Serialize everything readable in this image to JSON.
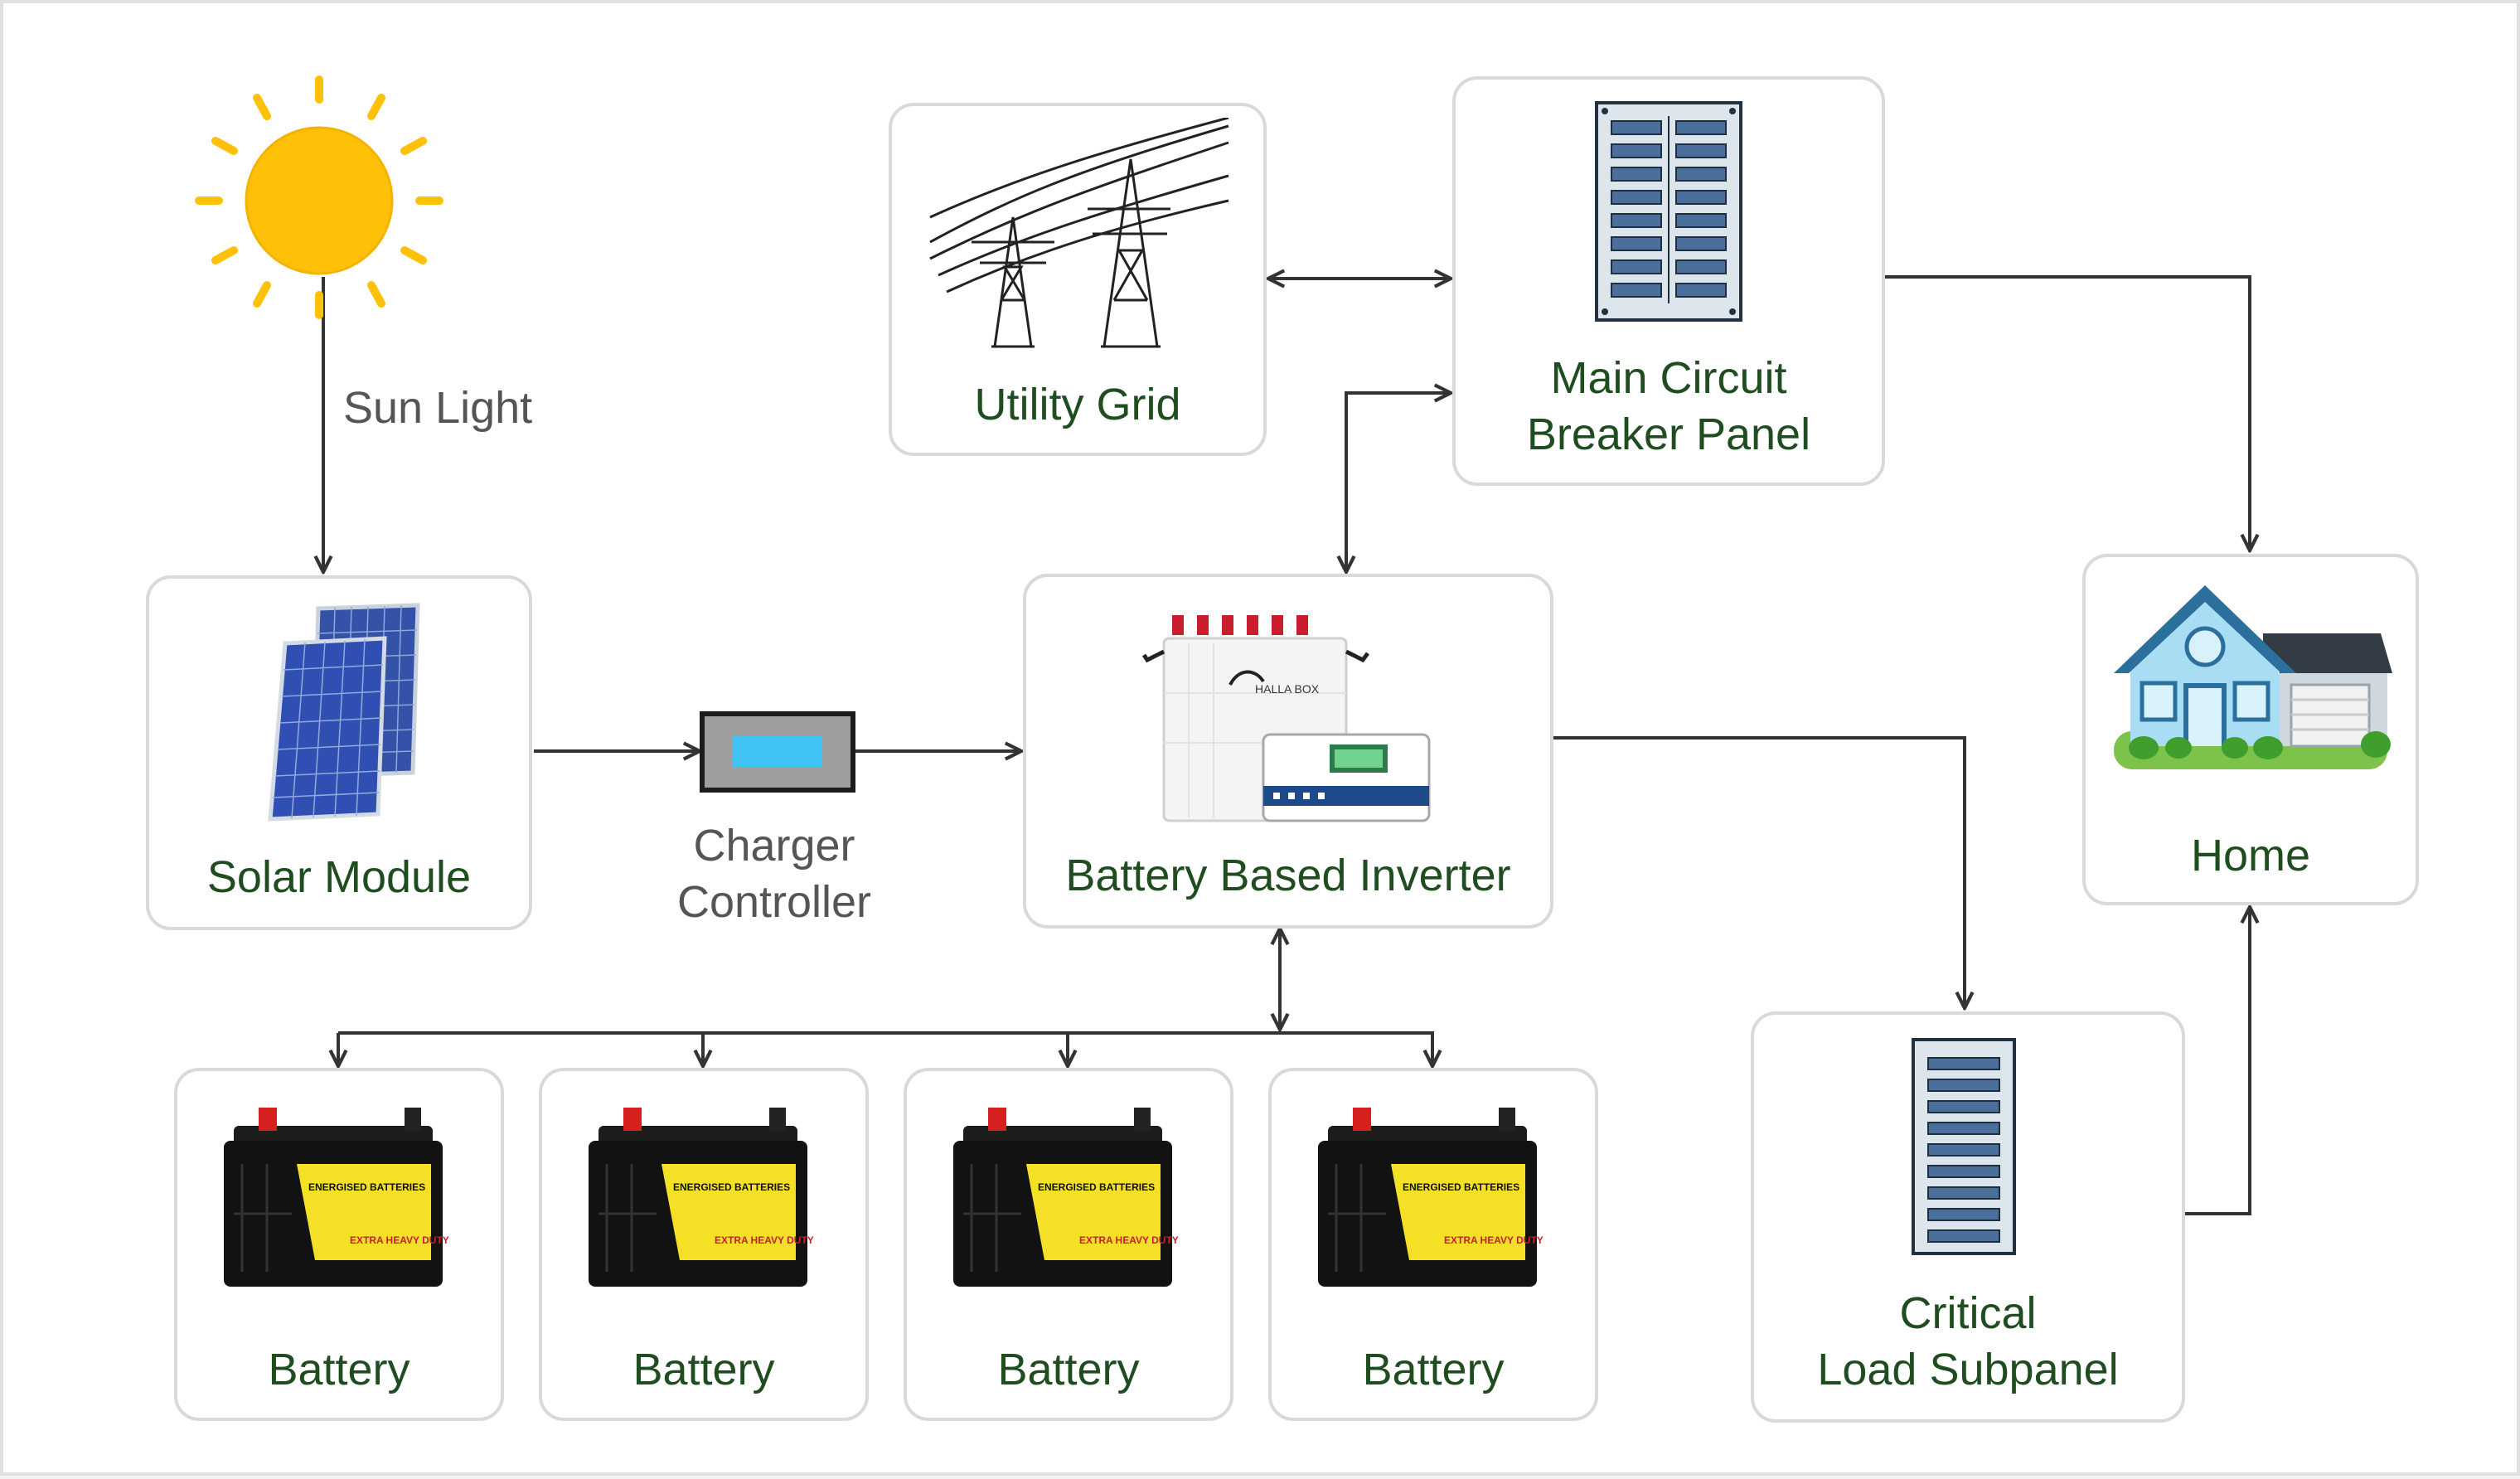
{
  "diagram": {
    "sun_label": "Sun Light",
    "charger_label": "Charger\nController",
    "nodes": {
      "utility_grid": "Utility Grid",
      "main_panel": "Main Circuit\nBreaker Panel",
      "solar_module": "Solar Module",
      "inverter": "Battery Based Inverter",
      "home": "Home",
      "critical_subpanel": "Critical\nLoad Subpanel",
      "battery_1": "Battery",
      "battery_2": "Battery",
      "battery_3": "Battery",
      "battery_4": "Battery"
    },
    "battery_brand": "ENERGISED BATTERIES",
    "battery_tag": "EXTRA HEAVY DUTY",
    "inverter_brand": "HALLA BOX",
    "colors": {
      "sun": "#ffc107",
      "label_text": "#1f4d1f",
      "wire": "#333333",
      "panel_slot": "#4a6f9a",
      "solar_cell": "#3452a8",
      "charger_screen": "#3ec3f2"
    }
  }
}
